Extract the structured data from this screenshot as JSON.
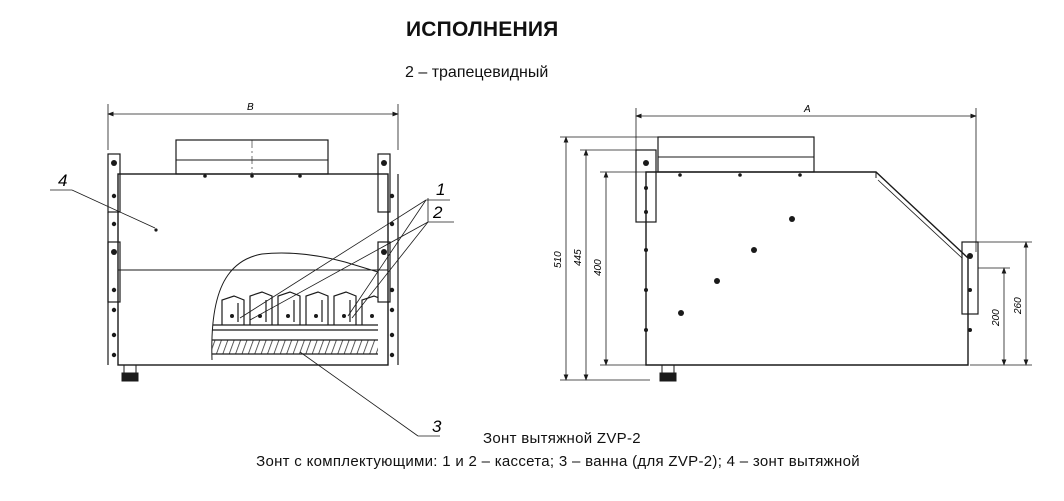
{
  "header": {
    "title": "ИСПОЛНЕНИЯ",
    "subtitle": "2 – трапецевидный"
  },
  "front_view": {
    "width_label": "B",
    "callouts": [
      "1",
      "2",
      "3",
      "4"
    ]
  },
  "side_view": {
    "length_label": "A",
    "dimensions": [
      "510",
      "445",
      "400",
      "200",
      "260"
    ]
  },
  "captions": {
    "line1": "Зонт вытяжной ZVP-2",
    "line2": "Зонт с комплектующими: 1 и 2 – кассета; 3 – ванна (для ZVP-2); 4 – зонт вытяжной"
  },
  "colors": {
    "line": "#1a1a1a",
    "thin_line": "#333333",
    "background": "#ffffff"
  }
}
